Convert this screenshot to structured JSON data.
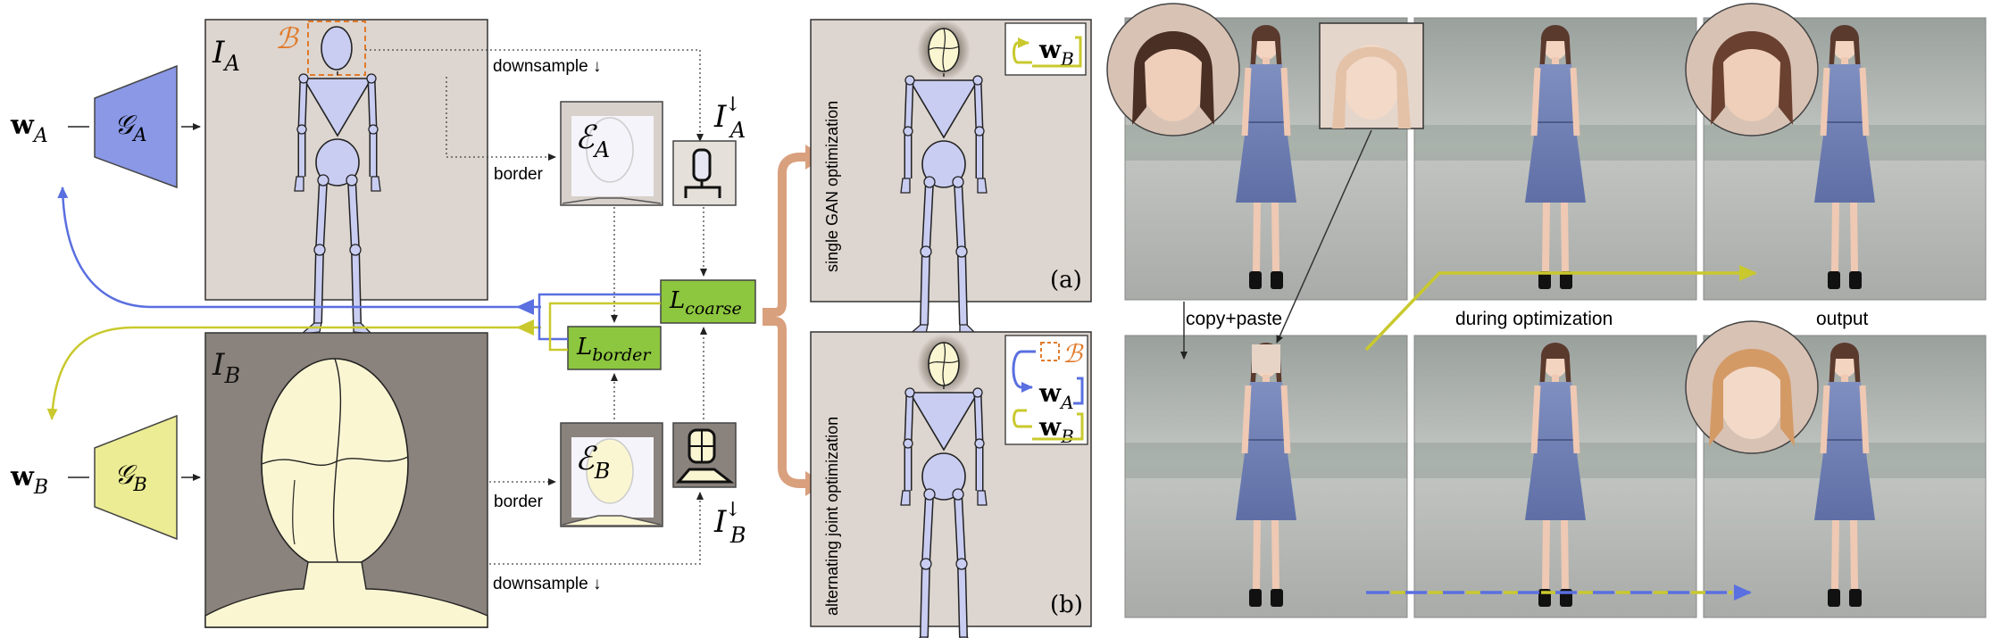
{
  "left": {
    "image_a_label": "I",
    "image_a_sub": "A",
    "image_b_label": "I",
    "image_b_sub": "B",
    "box_b_symbol": "ℬ",
    "wA_main": "w",
    "wA_sub": "A",
    "wB_main": "w",
    "wB_sub": "B",
    "GA_main": "𝒢",
    "GA_sub": "A",
    "GB_main": "𝒢",
    "GB_sub": "B",
    "EA_main": "ℰ",
    "EA_sub": "A",
    "EB_main": "ℰ",
    "EB_sub": "B",
    "IA_down_main": "I",
    "IA_down_sub": "A",
    "IA_down_sup": "↓",
    "IB_down_main": "I",
    "IB_down_sub": "B",
    "IB_down_sup": "↓",
    "downsample_top": "downsample ↓",
    "downsample_bottom": "downsample ↓",
    "border_top": "border",
    "border_bottom": "border",
    "L_coarse_main": "L",
    "L_coarse_sub": "coarse",
    "L_border_main": "L",
    "L_border_sub": "border"
  },
  "middle": {
    "panel_a_text": "single GAN optimization",
    "panel_a_tag": "(a)",
    "panel_b_text": "alternating joint optimization",
    "panel_b_tag": "(b)",
    "legend_a_w": "w",
    "legend_a_sub": "B",
    "legend_b_box": "ℬ",
    "legend_b_wA": "w",
    "legend_b_wA_sub": "A",
    "legend_b_wB": "w",
    "legend_b_wB_sub": "B"
  },
  "right": {
    "label_copy_paste": "copy+paste",
    "label_during": "during optimization",
    "label_output": "output"
  },
  "colors": {
    "blue": "#5a6fe0",
    "yellow": "#c9c92e",
    "orange": "#e07a2a",
    "green": "#8dc63f",
    "panel_bg": "#ddd5cf",
    "panel_b_bg": "#8a827c",
    "figure_fill": "#c9cdf2",
    "face_fill": "#fbf6d2",
    "bracket": "#d9a07e"
  }
}
